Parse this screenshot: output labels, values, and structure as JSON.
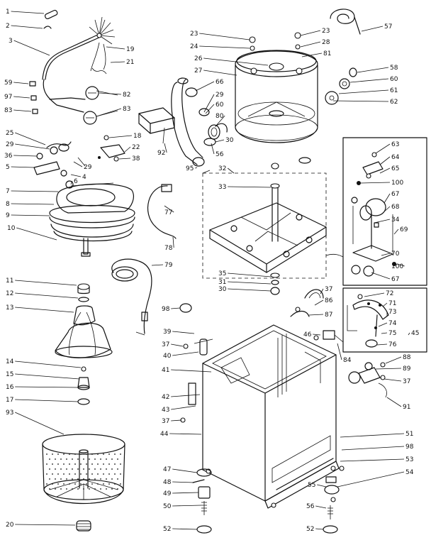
{
  "diagram": {
    "callouts": [
      {
        "id": "c1",
        "text": "1"
      },
      {
        "id": "c2",
        "text": "2"
      },
      {
        "id": "c3",
        "text": "3"
      },
      {
        "id": "c59",
        "text": "59"
      },
      {
        "id": "c97",
        "text": "97"
      },
      {
        "id": "c83a",
        "text": "83"
      },
      {
        "id": "c19",
        "text": "19"
      },
      {
        "id": "c21",
        "text": "21"
      },
      {
        "id": "c82",
        "text": "82"
      },
      {
        "id": "c83b",
        "text": "83"
      },
      {
        "id": "c25",
        "text": "25"
      },
      {
        "id": "c29a",
        "text": "29"
      },
      {
        "id": "c36",
        "text": "36"
      },
      {
        "id": "c5",
        "text": "5"
      },
      {
        "id": "c29b",
        "text": "29"
      },
      {
        "id": "c4",
        "text": "4"
      },
      {
        "id": "c6",
        "text": "6"
      },
      {
        "id": "c18",
        "text": "18"
      },
      {
        "id": "c22",
        "text": "22"
      },
      {
        "id": "c38",
        "text": "38"
      },
      {
        "id": "c92",
        "text": "92"
      },
      {
        "id": "c7",
        "text": "7"
      },
      {
        "id": "c8",
        "text": "8"
      },
      {
        "id": "c9",
        "text": "9"
      },
      {
        "id": "c10",
        "text": "10"
      },
      {
        "id": "c77",
        "text": "77"
      },
      {
        "id": "c78",
        "text": "78"
      },
      {
        "id": "c79",
        "text": "79"
      },
      {
        "id": "c11",
        "text": "11"
      },
      {
        "id": "c12",
        "text": "12"
      },
      {
        "id": "c13",
        "text": "13"
      },
      {
        "id": "c14",
        "text": "14"
      },
      {
        "id": "c15",
        "text": "15"
      },
      {
        "id": "c16",
        "text": "16"
      },
      {
        "id": "c17",
        "text": "17"
      },
      {
        "id": "c93",
        "text": "93"
      },
      {
        "id": "c20",
        "text": "20"
      },
      {
        "id": "c23a",
        "text": "23"
      },
      {
        "id": "c24",
        "text": "24"
      },
      {
        "id": "c26",
        "text": "26"
      },
      {
        "id": "c27",
        "text": "27"
      },
      {
        "id": "c23b",
        "text": "23"
      },
      {
        "id": "c28",
        "text": "28"
      },
      {
        "id": "c81",
        "text": "81"
      },
      {
        "id": "c57",
        "text": "57"
      },
      {
        "id": "c58",
        "text": "58"
      },
      {
        "id": "c60",
        "text": "60"
      },
      {
        "id": "c61",
        "text": "61"
      },
      {
        "id": "c62",
        "text": "62"
      },
      {
        "id": "c66",
        "text": "66"
      },
      {
        "id": "c29c",
        "text": "29"
      },
      {
        "id": "c60b",
        "text": "60"
      },
      {
        "id": "c80",
        "text": "80"
      },
      {
        "id": "c30a",
        "text": "30"
      },
      {
        "id": "c56",
        "text": "56"
      },
      {
        "id": "c95",
        "text": "95"
      },
      {
        "id": "c32",
        "text": "32"
      },
      {
        "id": "c33",
        "text": "33"
      },
      {
        "id": "c35",
        "text": "35"
      },
      {
        "id": "c31",
        "text": "31"
      },
      {
        "id": "c30b",
        "text": "30"
      },
      {
        "id": "c63",
        "text": "63"
      },
      {
        "id": "c64",
        "text": "64"
      },
      {
        "id": "c65",
        "text": "65"
      },
      {
        "id": "c100a",
        "text": "100"
      },
      {
        "id": "c67a",
        "text": "67"
      },
      {
        "id": "c68",
        "text": "68"
      },
      {
        "id": "c34",
        "text": "34"
      },
      {
        "id": "c69",
        "text": "69"
      },
      {
        "id": "c70",
        "text": "70"
      },
      {
        "id": "c100b",
        "text": "100"
      },
      {
        "id": "c67b",
        "text": "67"
      },
      {
        "id": "c37a",
        "text": "37"
      },
      {
        "id": "c86",
        "text": "86"
      },
      {
        "id": "c87",
        "text": "87"
      },
      {
        "id": "c72",
        "text": "72"
      },
      {
        "id": "c71",
        "text": "71"
      },
      {
        "id": "c73",
        "text": "73"
      },
      {
        "id": "c74",
        "text": "74"
      },
      {
        "id": "c45",
        "text": "45"
      },
      {
        "id": "c75",
        "text": "75"
      },
      {
        "id": "c76",
        "text": "76"
      },
      {
        "id": "c46",
        "text": "46"
      },
      {
        "id": "c84",
        "text": "84"
      },
      {
        "id": "c98a",
        "text": "98"
      },
      {
        "id": "c39",
        "text": "39"
      },
      {
        "id": "c37b",
        "text": "37"
      },
      {
        "id": "c40",
        "text": "40"
      },
      {
        "id": "c41",
        "text": "41"
      },
      {
        "id": "c42",
        "text": "42"
      },
      {
        "id": "c43",
        "text": "43"
      },
      {
        "id": "c37c",
        "text": "37"
      },
      {
        "id": "c44",
        "text": "44"
      },
      {
        "id": "c88",
        "text": "88"
      },
      {
        "id": "c89",
        "text": "89"
      },
      {
        "id": "c37d",
        "text": "37"
      },
      {
        "id": "c91",
        "text": "91"
      },
      {
        "id": "c51",
        "text": "51"
      },
      {
        "id": "c98b",
        "text": "98"
      },
      {
        "id": "c53",
        "text": "53"
      },
      {
        "id": "c54",
        "text": "54"
      },
      {
        "id": "c55",
        "text": "55"
      },
      {
        "id": "c56b",
        "text": "56"
      },
      {
        "id": "c52a",
        "text": "52"
      },
      {
        "id": "c47",
        "text": "47"
      },
      {
        "id": "c48",
        "text": "48"
      },
      {
        "id": "c49",
        "text": "49"
      },
      {
        "id": "c50",
        "text": "50"
      },
      {
        "id": "c52b",
        "text": "52"
      }
    ]
  }
}
